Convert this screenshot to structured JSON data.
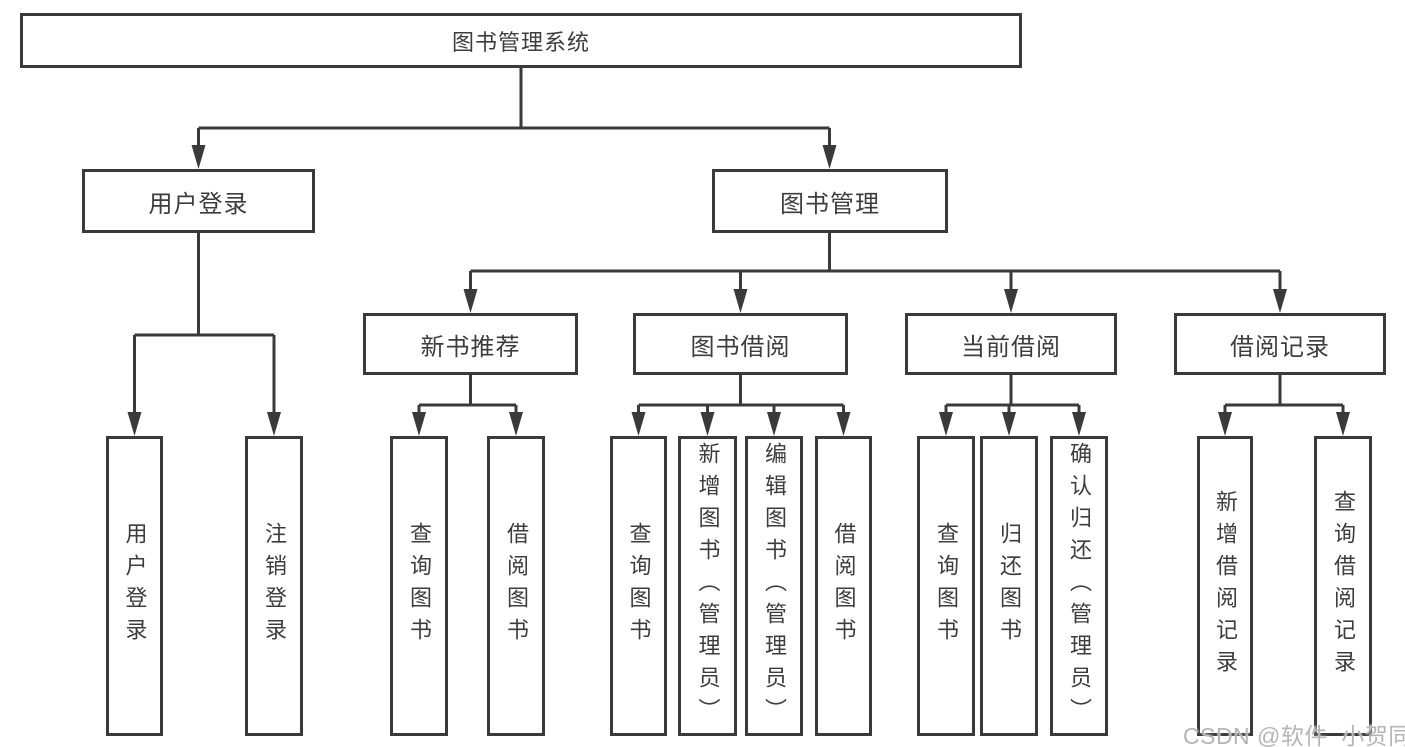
{
  "diagram": {
    "root_label": "图书管理系统",
    "branches": [
      {
        "label": "用户登录",
        "children": [
          "用户登录",
          "注销登录"
        ]
      },
      {
        "label": "图书管理",
        "groups": [
          {
            "label": "新书推荐",
            "children": [
              "查询图书",
              "借阅图书"
            ]
          },
          {
            "label": "图书借阅",
            "children": [
              "查询图书",
              "新增图书（管理员）",
              "编辑图书（管理员）",
              "借阅图书"
            ]
          },
          {
            "label": "当前借阅",
            "children": [
              "查询图书",
              "归还图书",
              "确认归还（管理员）"
            ]
          },
          {
            "label": "借阅记录",
            "children": [
              "新增借阅记录",
              "查询借阅记录"
            ]
          }
        ]
      }
    ]
  },
  "watermark": {
    "text": "CSDN @软件_小贺同学",
    "color": "#b5b5b5"
  },
  "colors": {
    "line": "#3a3a3a",
    "text": "#3d3d3d",
    "background": "#ffffff"
  }
}
